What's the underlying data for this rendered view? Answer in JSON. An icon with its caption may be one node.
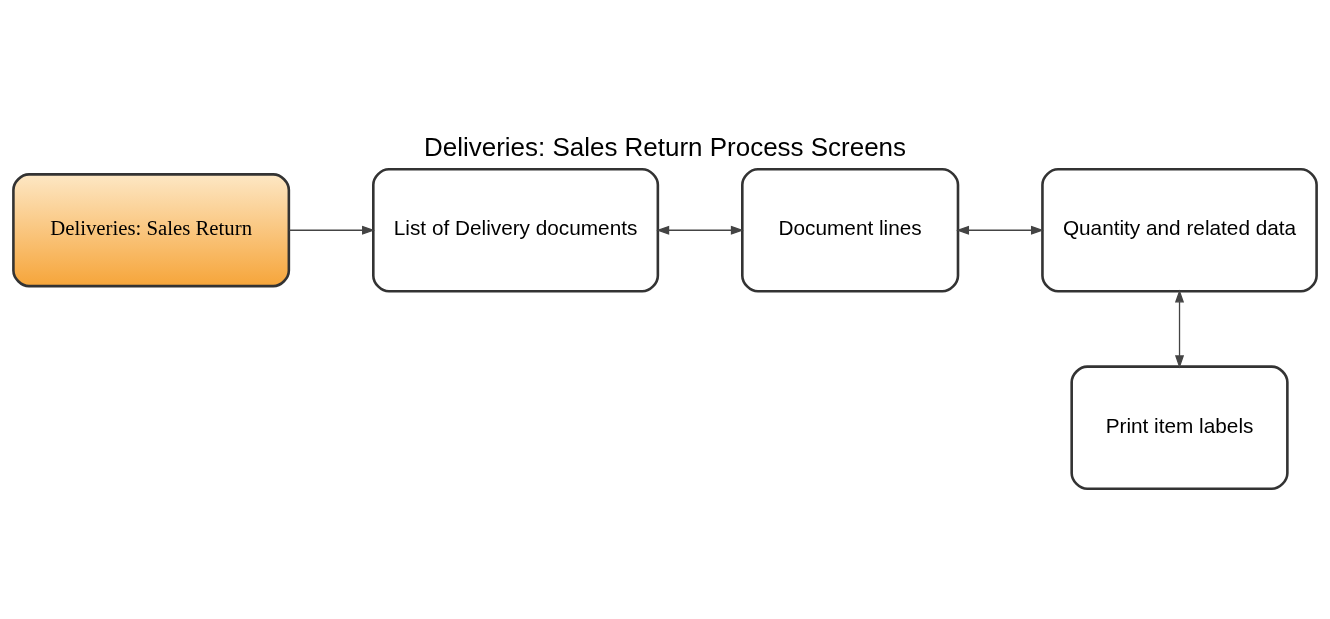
{
  "diagram": {
    "title": "Deliveries: Sales Return Process Screens",
    "nodes": [
      {
        "text": [
          "Deliveries: Sales Return"
        ]
      },
      {
        "text": [
          "List of Delivery documents"
        ]
      },
      {
        "text": [
          "Document lines"
        ]
      },
      {
        "text": [
          "Quantity and related data"
        ]
      },
      {
        "text": [
          "Print item labels"
        ]
      }
    ],
    "edges": [
      {
        "from": 0,
        "to": 1,
        "arrow": "to"
      },
      {
        "from": 1,
        "to": 2,
        "arrow": "both"
      },
      {
        "from": 2,
        "to": 3,
        "arrow": "both"
      },
      {
        "from": 3,
        "to": 4,
        "arrow": "both"
      }
    ]
  }
}
